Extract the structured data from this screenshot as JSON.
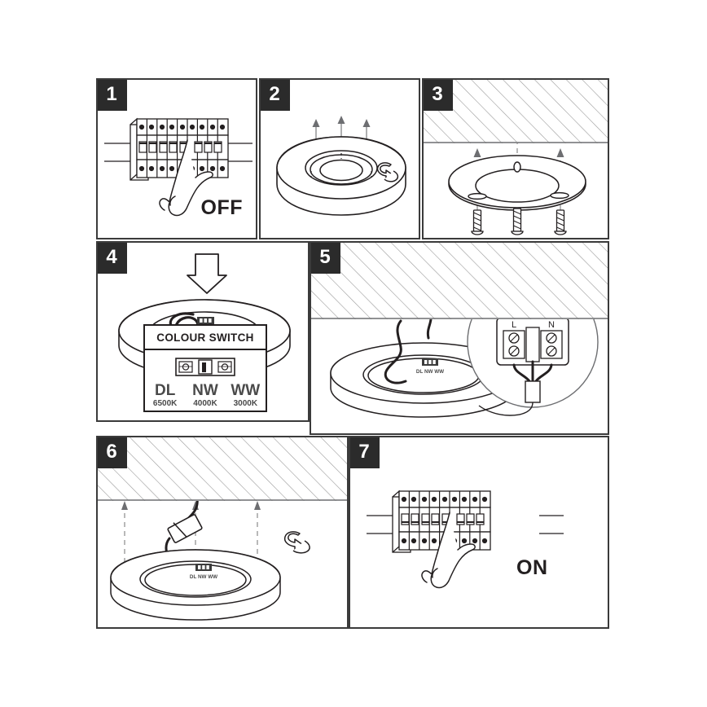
{
  "document": {
    "type": "installation-instruction-diagram",
    "product": "LED ceiling luminaire with colour switch",
    "step_count": 7
  },
  "steps": [
    {
      "number": "1",
      "name": "switch-off-breaker",
      "label": "OFF",
      "scene": "circuit-breaker-panel-with-hand",
      "icons": [
        "breaker-panel-icon",
        "hand-pointing-icon"
      ]
    },
    {
      "number": "2",
      "name": "open-luminaire",
      "label": "",
      "scene": "luminaire-ring-with-rotate-arrow",
      "icons": [
        "luminaire-icon",
        "rotate-arrow-icon",
        "up-arrow-icon"
      ]
    },
    {
      "number": "3",
      "name": "mount-bracket-to-ceiling",
      "label": "",
      "scene": "mounting-plate-to-ceiling-with-screws",
      "icons": [
        "mounting-plate-icon",
        "screw-icon",
        "up-arrow-icon",
        "ceiling-hole-icon"
      ]
    },
    {
      "number": "4",
      "name": "select-colour-temperature",
      "label": "",
      "scene": "luminaire-with-colour-switch-callout",
      "icons": [
        "down-arrow-icon",
        "dip-switch-icon",
        "luminaire-icon"
      ]
    },
    {
      "number": "5",
      "name": "connect-mains-wiring",
      "label": "",
      "scene": "luminaire-below-ceiling-with-terminal-closeup",
      "icons": [
        "terminal-block-icon",
        "cable-icon",
        "magnifier-circle-icon"
      ]
    },
    {
      "number": "6",
      "name": "lift-and-twist-luminaire",
      "label": "",
      "scene": "luminaire-lifted-to-mounting-plate",
      "icons": [
        "up-arrow-icon",
        "rotate-arrow-icon",
        "connector-icon"
      ]
    },
    {
      "number": "7",
      "name": "switch-on-breaker",
      "label": "ON",
      "scene": "circuit-breaker-panel-with-hand",
      "icons": [
        "breaker-panel-icon",
        "hand-pointing-icon"
      ]
    }
  ],
  "colour_switch": {
    "title": "COLOUR SWITCH",
    "options": [
      {
        "mode": "DL",
        "kelvin": "6500K"
      },
      {
        "mode": "NW",
        "kelvin": "4000K"
      },
      {
        "mode": "WW",
        "kelvin": "3000K"
      }
    ]
  },
  "fixture_label": {
    "text": "DL  NW  WW"
  },
  "terminal_block": {
    "live_label": "L",
    "neutral_label": "N"
  },
  "colors": {
    "ink": "#231f20",
    "badge_bg": "#2b2b2b",
    "badge_text": "#ffffff",
    "frame": "#3b3b3b",
    "hatch": "#9a9a9a",
    "dashed": "#8a8a8a",
    "page_bg": "#ffffff"
  }
}
